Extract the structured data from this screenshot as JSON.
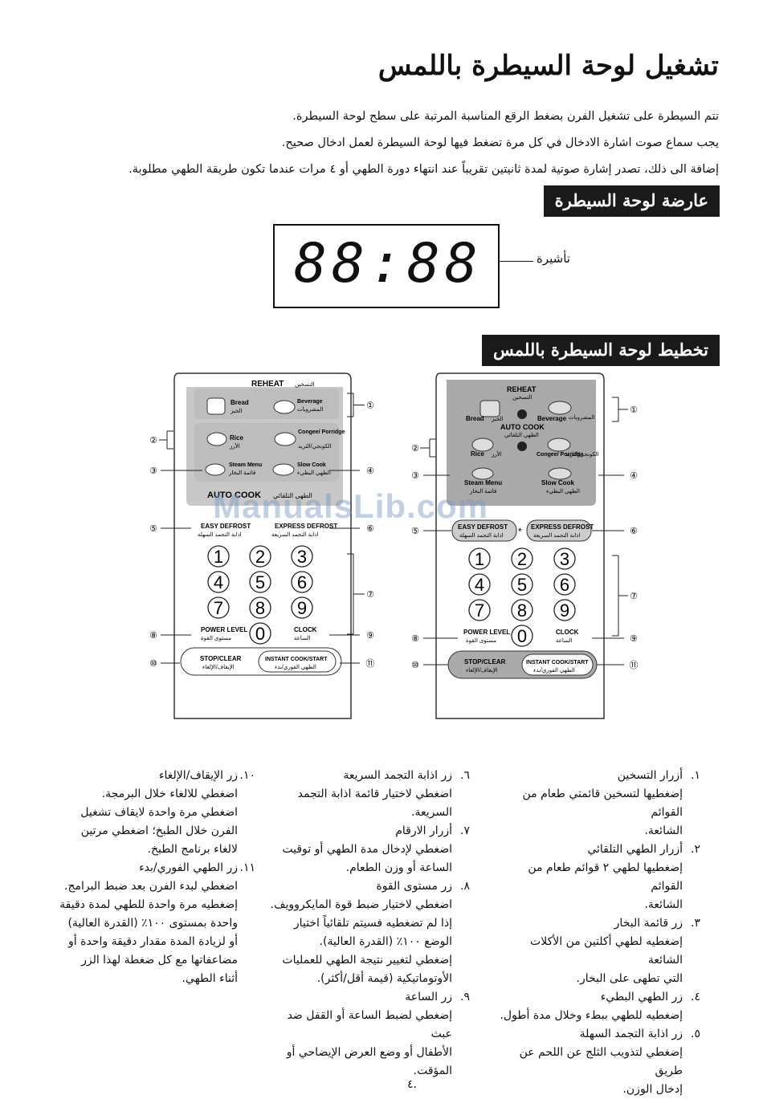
{
  "title": "تشغيل لوحة السيطرة باللمس",
  "intro": [
    "تتم السيطرة على تشغيل الفرن بضغط الرقع المناسبة المرتبة على سطح لوحة السيطرة.",
    "يجب سماع صوت اشارة الادخال في كل مرة تضغط فيها لوحة السيطرة لعمل ادخال صحيح.",
    "إضافة الى ذلك، تصدر إشارة صوتية لمدة ثانيتين تقريباً عند انتهاء دورة الطهي أو ٤ مرات عندما تكون طريقة الطهي مطلوبة."
  ],
  "display_heading": "عارضة لوحة السيطرة",
  "display_digits": "88:88",
  "display_pointer": "تأشيرة",
  "layout_heading": "تخطيط لوحة السيطرة باللمس",
  "watermark": "ManualsLib.com",
  "page_number": "٤.",
  "callout_numbers": [
    "①",
    "②",
    "③",
    "④",
    "⑤",
    "⑥",
    "⑦",
    "⑧",
    "⑨",
    "⑩",
    "⑪"
  ],
  "left_panel": {
    "reheat": "REHEAT",
    "reheat_ar": "التسخين",
    "bread": "Bread",
    "bread_ar": "الخبز",
    "beverage": "Beverage",
    "beverage_ar": "المشروبات",
    "rice": "Rice",
    "rice_ar": "الأرز",
    "congee": "Congee/ Porridge",
    "congee_ar": "الكونجي/الثريد",
    "steam": "Steam Menu",
    "steam_ar": "قائمة البخار",
    "slow": "Slow Cook",
    "slow_ar": "الطهي البطيء",
    "autocook": "AUTO COOK",
    "autocook_ar": "الطهي التلقائي",
    "easy": "EASY DEFROST",
    "easy_ar": "اذابة التجمد السهلة",
    "express": "EXPRESS DEFROST",
    "express_ar": "اذابة التجمد السريعة",
    "power": "POWER LEVEL",
    "power_ar": "مستوى القوة",
    "clock": "CLOCK",
    "clock_ar": "الساعة",
    "stop": "STOP/CLEAR",
    "stop_ar": "الإيقاف/الإلغاء",
    "start": "INSTANT COOK/START",
    "start_ar": "الطهي الفوري/بدء"
  },
  "right_panel": {
    "reheat": "REHEAT",
    "reheat_ar": "التسخين",
    "bread": "Bread",
    "bread_ar": "الخبز",
    "beverage": "Beverage",
    "beverage_ar": "المشروبات",
    "autocook": "AUTO COOK",
    "autocook_ar": "الطهي التلقائي",
    "rice": "Rice",
    "rice_ar": "الأرز",
    "congee": "Congee/ Porridge",
    "congee_ar": "الكونجي/الثريد",
    "steam": "Steam Menu",
    "steam_ar": "قائمة البخار",
    "slow": "Slow Cook",
    "slow_ar": "الطهي البطيء",
    "easy": "EASY DEFROST",
    "easy_ar": "اذابة التجمد السهلة",
    "express": "EXPRESS DEFROST",
    "express_ar": "اذابة التجمد السريعة",
    "power": "POWER LEVEL",
    "power_ar": "مستوى القوة",
    "clock": "CLOCK",
    "clock_ar": "الساعة",
    "stop": "STOP/CLEAR",
    "stop_ar": "الإيقاف/الإلغاء",
    "start": "INSTANT COOK/START",
    "start_ar": "الطهي الفوري/بدء"
  },
  "keypad": [
    "1",
    "2",
    "3",
    "4",
    "5",
    "6",
    "7",
    "8",
    "9",
    "0"
  ],
  "descriptions": {
    "col1": [
      {
        "num": "١.",
        "title": "أزرار التسخين",
        "lines": [
          "إضغطيها لتسخين قائمتي طعام من القوائم",
          "الشائعة."
        ]
      },
      {
        "num": "٢.",
        "title": "أزرار الطهي التلقائي",
        "lines": [
          "إضغطيها لطهي ٢ قوائم طعام من القوائم",
          "الشائعة."
        ]
      },
      {
        "num": "٣.",
        "title": "زر قائمة البخار",
        "lines": [
          "إضغطيه لطهي أكلتين من الأكلات الشائعة",
          "التي تطهى على البخار."
        ]
      },
      {
        "num": "٤.",
        "title": "زر الطهي البطيء",
        "lines": [
          "إضغطيه للطهي ببطء وخلال مدة أطول."
        ]
      },
      {
        "num": "٥.",
        "title": "زر اذابة التجمد السهلة",
        "lines": [
          "إضغطي لتذويب الثلج عن اللحم عن طريق",
          "إدخال الوزن."
        ]
      }
    ],
    "col2": [
      {
        "num": "٦.",
        "title": "زر اذابة التجمد السريعة",
        "lines": [
          "اضغطي لاختيار قائمة اذابة التجمد",
          "السريعة."
        ]
      },
      {
        "num": "٧.",
        "title": "أزرار الارقام",
        "lines": [
          "اضغطي لإدخال مدة الطهي أو توقيت",
          "الساعة أو وزن الطعام."
        ]
      },
      {
        "num": "٨.",
        "title": "زر مستوى القوة",
        "lines": [
          "اضغطي لاختيار ضبط قوة المايكروويف.",
          "إذا لم تضغطيه فسيتم تلقائياً اختيار",
          "الوضع ١٠٠٪ (القدرة العالية).",
          "إضغطي لتغيير نتيجة الطهي للعمليات",
          "الأوتوماتيكية (قيمة أقل/أكثر)."
        ]
      },
      {
        "num": "٩.",
        "title": "زر الساعة",
        "lines": [
          "إضغطي لضبط الساعة أو القفل ضد عبث",
          "الأطفال أو وضع العرض الإيضاحي أو المؤقت."
        ]
      }
    ],
    "col3": [
      {
        "num": "١٠.",
        "title": "زر الإيقاف/الإلغاء",
        "lines": [
          "اضغطي للالغاء خلال البرمجة.",
          "اضغطي مرة واحدة لايقاف تشغيل",
          "الفرن خلال الطبخ؛ اضغطي مرتين",
          "لالغاء برنامج الطبخ."
        ]
      },
      {
        "num": "١١.",
        "title": "زر الطهي الفوري/بدء",
        "lines": [
          "اضغطي لبدء الفرن بعد ضبط البرامج.",
          "إضغطيه مرة واحدة للطهي لمدة دقيقة",
          "واحدة بمستوى ١٠٠٪ (القدرة العالية)",
          "أو لزيادة المدة مقدار دقيقة واحدة أو",
          "مضاعفاتها مع كل ضغطة لهذا الزر",
          "أثناء الطهي."
        ]
      }
    ]
  }
}
